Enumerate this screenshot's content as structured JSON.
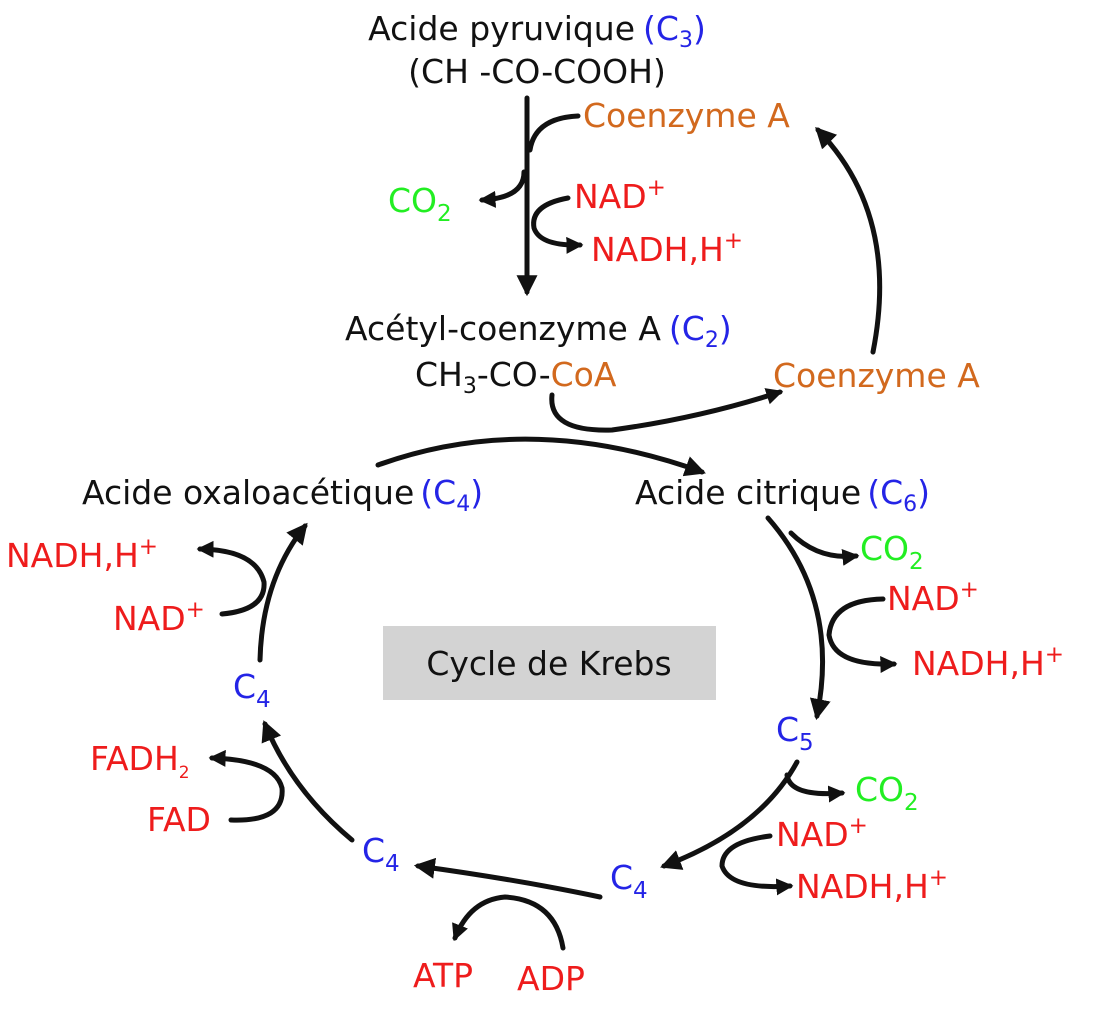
{
  "colors": {
    "black": "#111111",
    "red": "#ee1c1c",
    "blue": "#2424e6",
    "green": "#22ee22",
    "orange": "#d2691e",
    "box_gray": "#d3d3d3"
  },
  "pyruvate": {
    "name": "Acide pyruvique",
    "carbons_open": "(C",
    "carbons_sub": "3",
    "carbons_close": ")",
    "formula": "(CH -CO-COOH)"
  },
  "coenzyme_a_top": "Coenzyme A",
  "co2_top": {
    "base": "CO",
    "sub": "2"
  },
  "nad_top": {
    "base": "NAD",
    "sup": "+"
  },
  "nadh_top": {
    "base": "NADH,H",
    "sup": "+"
  },
  "acetyl_coa": {
    "name": "Acétyl-coenzyme A",
    "carbons_open": "(C",
    "carbons_sub": "2",
    "carbons_close": ")",
    "formula_a": "CH",
    "formula_sub": "3",
    "formula_b": "-CO-",
    "formula_coa": "CoA"
  },
  "coenzyme_a_right": "Coenzyme A",
  "oxaloacetate": {
    "name": "Acide oxaloacétique",
    "carbons_open": "(C",
    "carbons_sub": "4",
    "carbons_close": ")"
  },
  "citrate": {
    "name": "Acide citrique",
    "carbons_open": "(C",
    "carbons_sub": "6",
    "carbons_close": ")"
  },
  "cycle_title": "Cycle de Krebs",
  "intermediates": {
    "c5": {
      "base": "C",
      "sub": "5"
    },
    "c4_bottom_right": {
      "base": "C",
      "sub": "4"
    },
    "c4_bottom_left": {
      "base": "C",
      "sub": "4"
    },
    "c4_left": {
      "base": "C",
      "sub": "4"
    }
  },
  "cofactors": {
    "citrate_co2": {
      "base": "CO",
      "sub": "2"
    },
    "citrate_nad": {
      "base": "NAD",
      "sup": "+"
    },
    "citrate_nadh": {
      "base": "NADH,H",
      "sup": "+"
    },
    "c5_co2": {
      "base": "CO",
      "sub": "2"
    },
    "c5_nad": {
      "base": "NAD",
      "sup": "+"
    },
    "c5_nadh": {
      "base": "NADH,H",
      "sup": "+"
    },
    "atp": "ATP",
    "adp": "ADP",
    "fadh2": {
      "base": "FADH",
      "sub": "2"
    },
    "fad": "FAD",
    "left_nadh": {
      "base": "NADH,H",
      "sup": "+"
    },
    "left_nad": {
      "base": "NAD",
      "sup": "+"
    }
  }
}
